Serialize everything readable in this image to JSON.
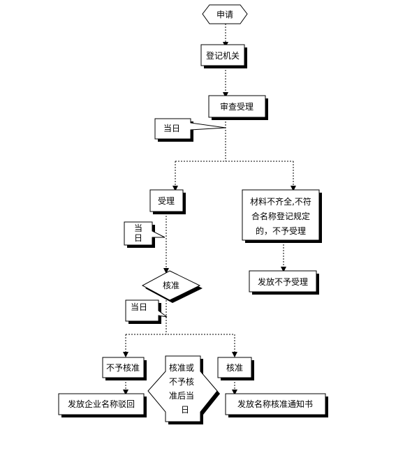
{
  "nodes": {
    "apply": "申请",
    "registry": "登记机关",
    "review": "审查受理",
    "accept": "受理",
    "reject_lines": [
      "材料不齐全,不符",
      "合名称登记规定",
      "的，不予受理"
    ],
    "send_reject": "发放不予受理",
    "approve_q": "核准",
    "not_approve": "不予核准",
    "approve": "核准",
    "send_reject_name": "发放企业名称驳回",
    "send_notice": "发放名称核准通知书"
  },
  "callouts": {
    "same_day_1": "当日",
    "same_day_2_lines": [
      "当",
      "日"
    ],
    "same_day_3": "当日",
    "after_lines": [
      "核准或",
      "不予核",
      "准后当",
      "日"
    ]
  },
  "colors": {
    "line": "#000000",
    "shadow": "#000000",
    "fill": "#ffffff"
  }
}
